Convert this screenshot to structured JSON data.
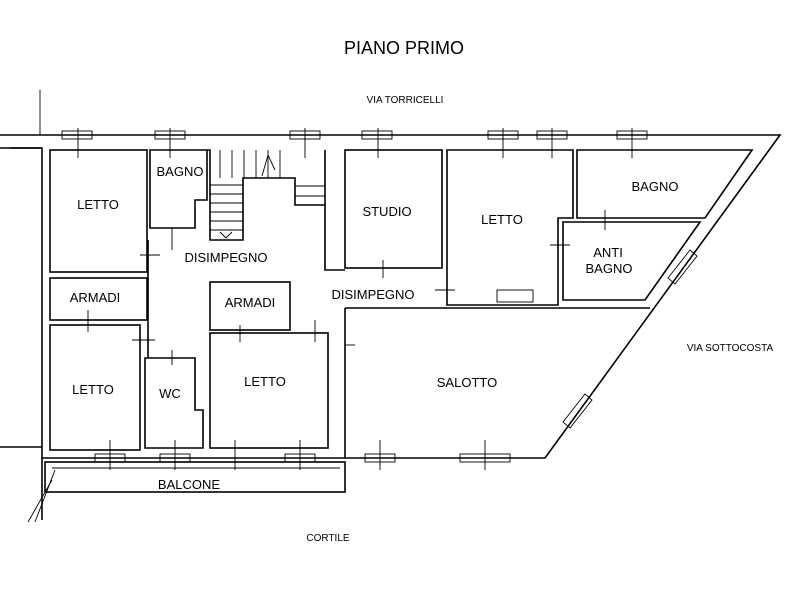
{
  "title": "PIANO PRIMO",
  "streets": {
    "top": "VIA TORRICELLI",
    "right": "VIA SOTTOCOSTA",
    "bottom": "CORTILE"
  },
  "rooms": {
    "letto_top_left": "LETTO",
    "bagno_left": "BAGNO",
    "disimpegno_left": "DISIMPEGNO",
    "armadi_left": "ARMADI",
    "letto_bottom_left": "LETTO",
    "wc": "WC",
    "armadi_center": "ARMADI",
    "letto_center": "LETTO",
    "studio": "STUDIO",
    "letto_right": "LETTO",
    "bagno_right": "BAGNO",
    "anti": "ANTI",
    "anti_bagno": "BAGNO",
    "disimpegno_center": "DISIMPEGNO",
    "salotto": "SALOTTO",
    "balcone": "BALCONE"
  }
}
